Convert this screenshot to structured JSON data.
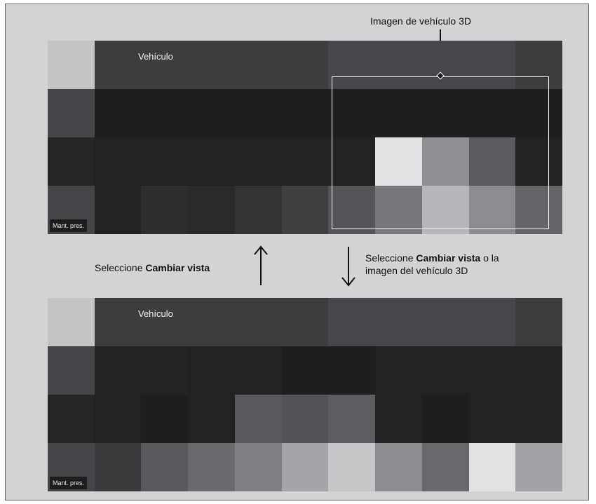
{
  "callout": {
    "label": "Imagen de vehículo 3D"
  },
  "top_screen": {
    "title": "Vehículo",
    "maintenance_label": "Mant. pres.",
    "tiles": [
      [
        "#c3c4c6",
        "#3c3d3f",
        "#3c3d3f",
        "#3c3d3f",
        "#3c3d3f",
        "#3c3d3f",
        "#46474b",
        "#46474b",
        "#46474b",
        "#46474b",
        "#3c3d3f"
      ],
      [
        "#444548",
        "#201f20",
        "#201f20",
        "#201f20",
        "#201f20",
        "#201f20",
        "#201f20",
        "#201f20",
        "#201f20",
        "#201f20",
        "#201f20"
      ],
      [
        "#262627",
        "#232223",
        "#232223",
        "#232223",
        "#232223",
        "#232223",
        "#232223",
        "#e0e1e3",
        "#8e8f93",
        "#5a5b5e",
        "#232223"
      ],
      [
        "#444548",
        "#232223",
        "#2e2e30",
        "#2a2a2b",
        "#333335",
        "#3f4042",
        "#55565a",
        "#76777b",
        "#b6b7ba",
        "#8b8c90",
        "#636467"
      ]
    ]
  },
  "bottom_screen": {
    "title": "Vehículo",
    "maintenance_label": "Mant. pres.",
    "tiles": [
      [
        "#c3c4c6",
        "#3c3d3f",
        "#3c3d3f",
        "#3c3d3f",
        "#3c3d3f",
        "#3c3d3f",
        "#46474b",
        "#46474b",
        "#46474b",
        "#46474b",
        "#3c3d3f"
      ],
      [
        "#444548",
        "#232223",
        "#252425",
        "#232223",
        "#232223",
        "#201f20",
        "#201f20",
        "#232223",
        "#232223",
        "#232223",
        "#232223"
      ],
      [
        "#262627",
        "#232223",
        "#201f20",
        "#232223",
        "#58595c",
        "#525356",
        "#5c5d60",
        "#232223",
        "#201f20",
        "#232223",
        "#232223"
      ],
      [
        "#444548",
        "#3a3a3c",
        "#58595c",
        "#68696c",
        "#7f8084",
        "#a4a5a8",
        "#c6c7c9",
        "#8b8c90",
        "#68696c",
        "#e0e1e3",
        "#a2a3a6"
      ]
    ]
  },
  "instructions": {
    "up_prefix": "Seleccione ",
    "up_bold": "Cambiar vista",
    "down_prefix": "Seleccione ",
    "down_bold": "Cambiar vista",
    "down_suffix": " o la",
    "down_line2": "imagen del vehículo 3D"
  }
}
